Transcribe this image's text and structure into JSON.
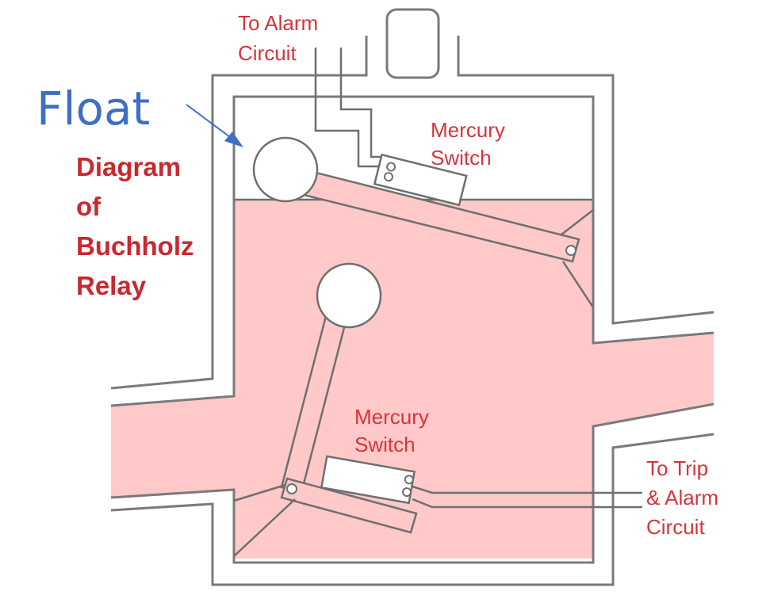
{
  "title_lines": [
    "Diagram",
    "of",
    "Buchholz",
    "Relay"
  ],
  "float_label": "Float",
  "top_alarm_label": [
    "To Alarm",
    "Circuit"
  ],
  "upper_switch_label": [
    "Mercury",
    "Switch"
  ],
  "lower_switch_label": [
    "Mercury",
    "Switch"
  ],
  "trip_label": [
    "To Trip",
    "& Alarm",
    "Circuit"
  ],
  "colors": {
    "oil": "#ffc9c9",
    "label_red": "#d8343a",
    "float_label_blue": "#3f6fc2",
    "wall": "#7a7a7a"
  }
}
